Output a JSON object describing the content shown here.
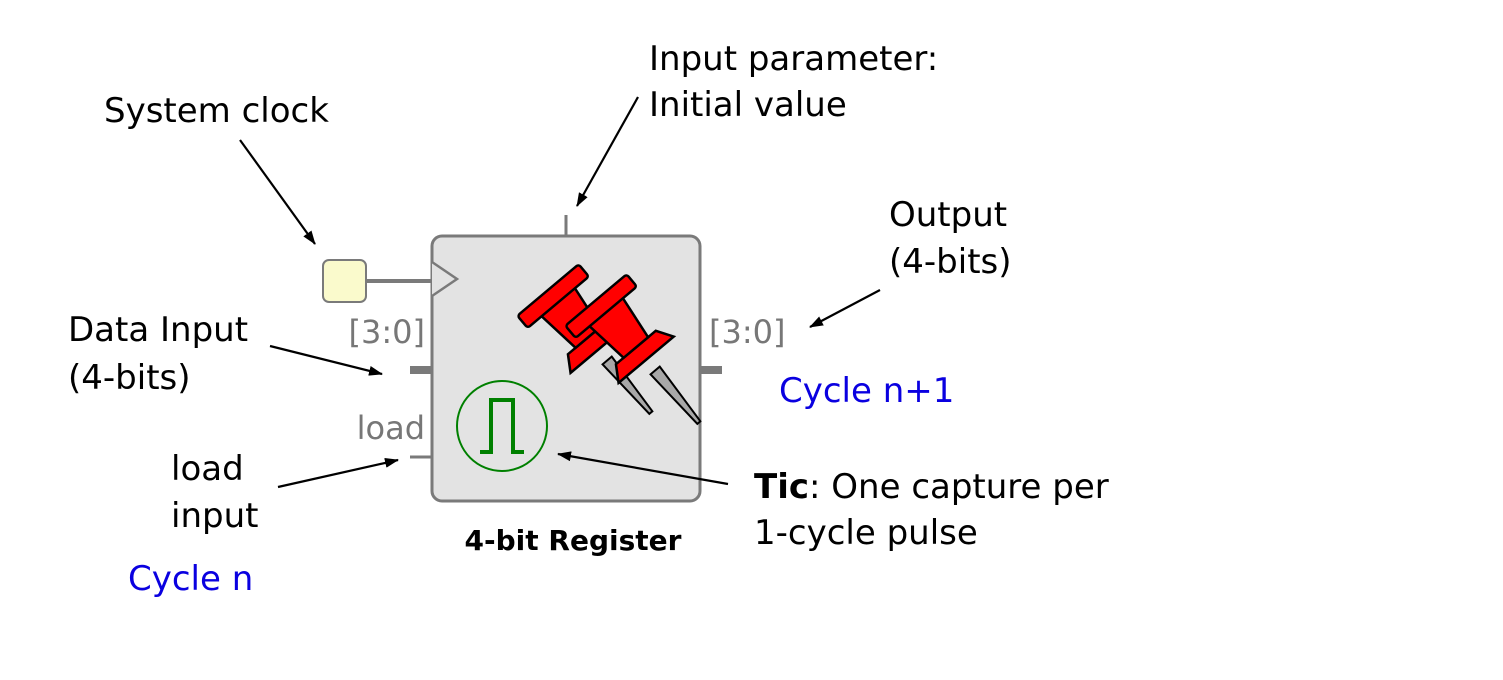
{
  "labels": {
    "system_clock": "System clock",
    "input_param_line1": "Input parameter:",
    "input_param_line2": "Initial value",
    "output_line1": "Output",
    "output_line2": "(4-bits)",
    "data_input_line1": "Data Input",
    "data_input_line2": "(4-bits)",
    "load_input_line1": "load",
    "load_input_line2": "input",
    "tic_bold": "Tic",
    "tic_rest": ": One capture per",
    "tic_line2": "1-cycle pulse"
  },
  "cycles": {
    "input_cycle": "Cycle n",
    "output_cycle": "Cycle n+1"
  },
  "block": {
    "title": "4-bit Register",
    "data_port_label": "[3:0]",
    "output_port_label": "[3:0]",
    "load_port_label": "load"
  },
  "colors": {
    "block_fill": "#e3e3e3",
    "block_stroke": "#7a7a7a",
    "clock_fill": "#fafacc",
    "pin_red": "#ff0000",
    "tic_green": "#008000",
    "cycle_blue": "#0a00e0"
  },
  "icons": [
    "clock-source-icon",
    "push-pin-icon",
    "pulse-icon"
  ]
}
